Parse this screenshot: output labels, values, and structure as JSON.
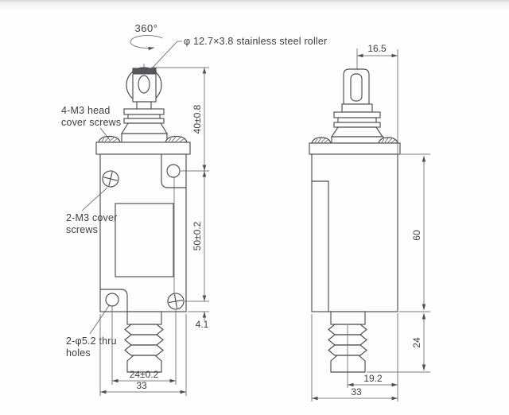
{
  "annotations": {
    "rotation": "360°",
    "roller": "φ 12.7×3.8 stainless steel roller",
    "head_screws": [
      "4-M3 head",
      "cover screws"
    ],
    "cover_screws": [
      "2-M3 cover",
      "screws"
    ],
    "thru_holes": [
      "2-φ5.2 thru",
      "holes"
    ]
  },
  "front_view": {
    "dims": {
      "roller_height": "40±0.8",
      "hole_spacing_vertical": "50±0.2",
      "hole_to_base": "4.1",
      "hole_spacing_horizontal": "24±0.2",
      "width": "33"
    }
  },
  "side_view": {
    "dims": {
      "head_offset": "16.5",
      "body_height": "60",
      "bellows_length": "24",
      "bellows_offset": "19.2",
      "depth": "33"
    }
  },
  "colors": {
    "line": "#4b4d52",
    "text": "#3e4045",
    "background": "#fdfdfe"
  }
}
